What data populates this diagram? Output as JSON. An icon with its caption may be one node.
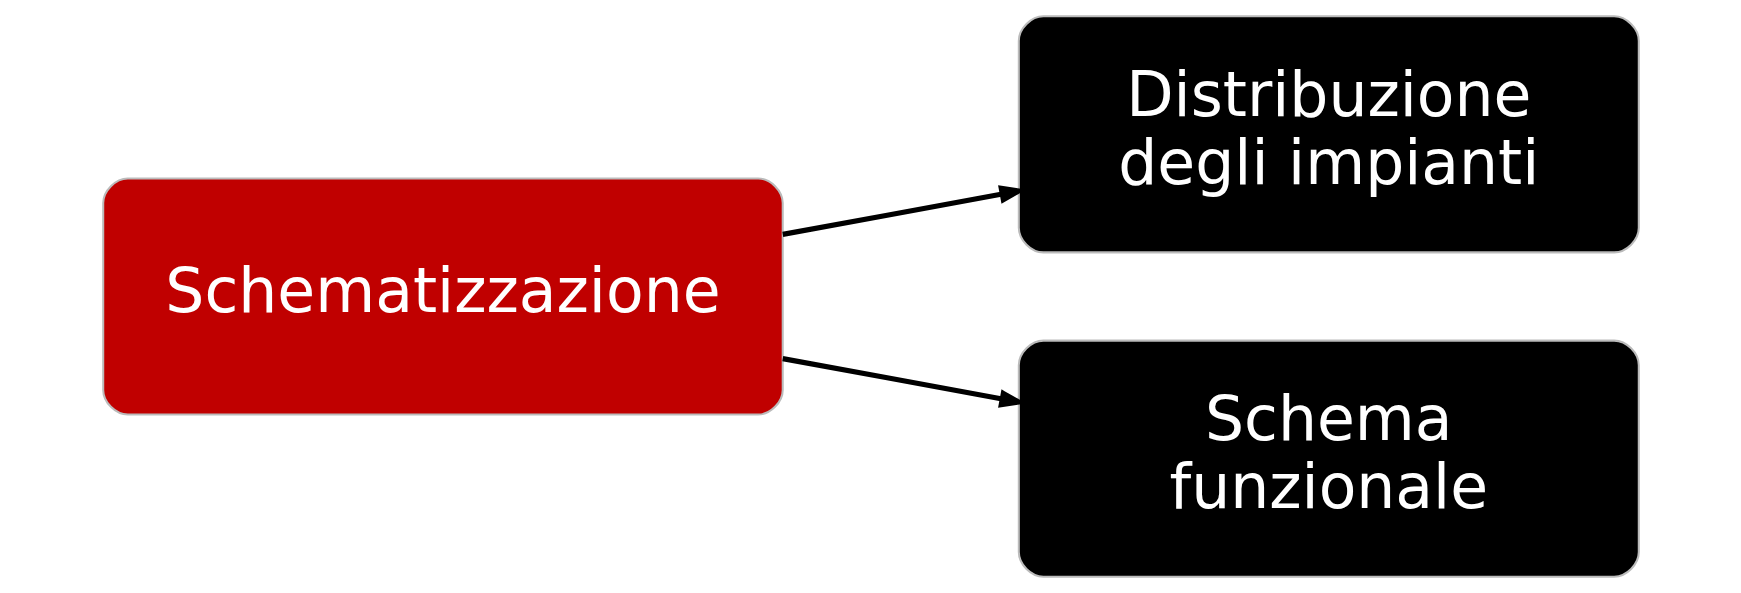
{
  "diagram": {
    "nodes": [
      {
        "text": [
          "Schematizzazione"
        ]
      },
      {
        "text": [
          "Distribuzione degli impianti"
        ]
      },
      {
        "text": [
          "Schema funzionale"
        ]
      }
    ],
    "edges": [
      {
        "from": 0,
        "to": 1,
        "arrow": "to"
      },
      {
        "from": 0,
        "to": 2,
        "arrow": "to"
      }
    ]
  }
}
